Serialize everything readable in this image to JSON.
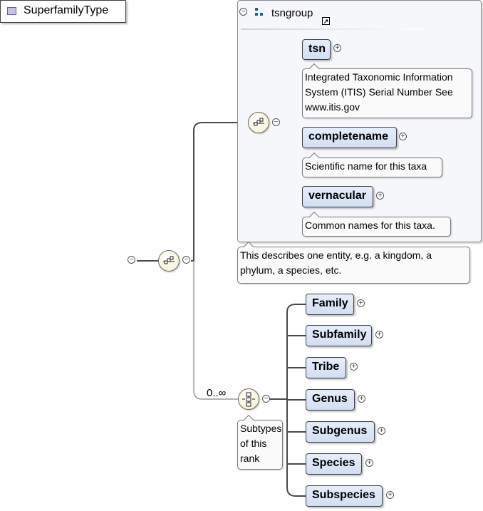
{
  "root": {
    "label": "SuperfamilyType"
  },
  "group": {
    "title": "tsngroup",
    "annotation": "This describes one entity, e.g. a kingdom, a phylum, a species, etc.",
    "elements": [
      {
        "label": "tsn",
        "annotation": "Integrated Taxonomic Information System (ITIS) Serial Number See www.itis.gov"
      },
      {
        "label": "completename",
        "annotation": "Scientific name for this taxa"
      },
      {
        "label": "vernacular",
        "annotation": "Common names for this taxa."
      }
    ]
  },
  "choice": {
    "cardinality": "0..∞",
    "annotation": "Subtypes of this rank",
    "elements": [
      "Family",
      "Subfamily",
      "Tribe",
      "Genus",
      "Subgenus",
      "Species",
      "Subspecies"
    ]
  },
  "symbols": {
    "collapse": "−",
    "expand": "+",
    "link": "↗"
  },
  "colors": {
    "node_fill": "#d2def2",
    "group_fill": "#f6f7fa",
    "compositor_fill": "#f4efc8",
    "root_icon": "#c9c0e8"
  }
}
